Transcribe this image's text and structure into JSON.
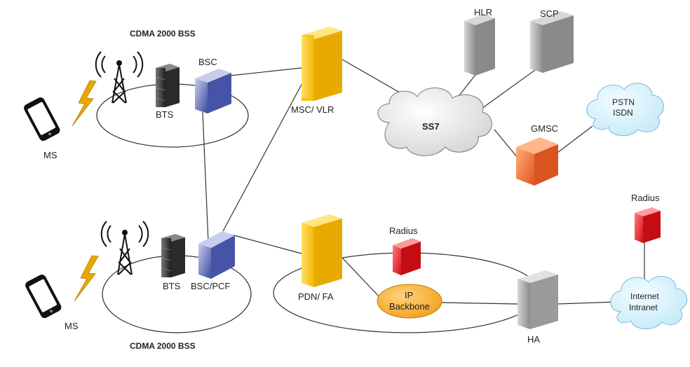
{
  "diagram": {
    "bss_top_title": "CDMA 2000 BSS",
    "bss_bottom_title": "CDMA 2000 BSS",
    "ms_top": "MS",
    "ms_bottom": "MS",
    "bts_top": "BTS",
    "bts_bottom": "BTS",
    "bsc": "BSC",
    "bsc_pcf": "BSC/PCF",
    "msc_vlr": "MSC/ VLR",
    "hlr": "HLR",
    "scp": "SCP",
    "ss7": "SS7",
    "gmsc": "GMSC",
    "pstn_line1": "PSTN",
    "pstn_line2": "ISDN",
    "pdn_fa": "PDN/ FA",
    "radius_mid": "Radius",
    "ip_line1": "IP",
    "ip_line2": "Backbone",
    "ha": "HA",
    "radius_right": "Radius",
    "internet_line1": "Internet",
    "internet_line2": "Intranet"
  },
  "colors": {
    "yellow": "#f5c518",
    "blue": "#6a76b8",
    "gray": "#9a9a9a",
    "dark": "#3a3a3a",
    "orange": "#f47a3a",
    "red": "#e8202a",
    "cloud_blue": "#cfeefb",
    "ip_orange": "#f5a623",
    "bolt": "#e8a800"
  },
  "icons": [
    "mobile-phone-icon",
    "antenna-tower-icon",
    "lightning-bolt-icon"
  ]
}
